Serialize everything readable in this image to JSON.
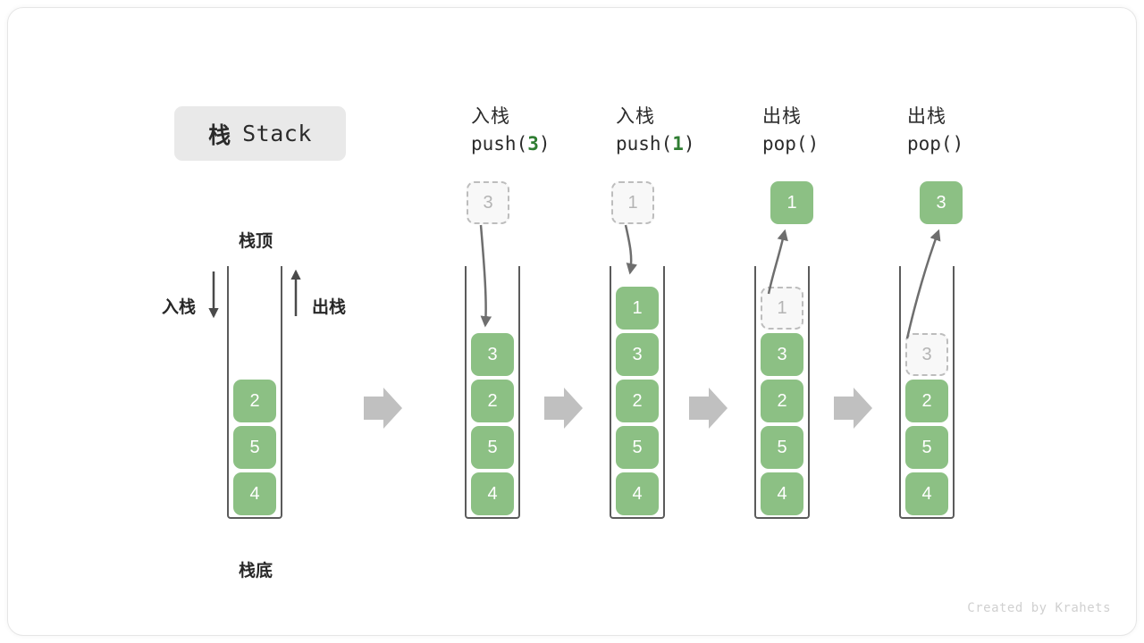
{
  "title": {
    "cjk": "栈",
    "latin": "Stack"
  },
  "labels": {
    "top": "栈顶",
    "bottom": "栈底",
    "push": "入栈",
    "pop": "出栈"
  },
  "credit": "Created by Krahets",
  "colors": {
    "box_fill": "#8cc084",
    "box_text": "#ffffff",
    "ghost_fill": "#f8f8f8",
    "ghost_border": "#bdbdbd",
    "ghost_text": "#b4b4b4",
    "accent_green": "#2f7d32",
    "arrow_gray": "#c0c0c0",
    "line_gray": "#6e6e6e",
    "badge_bg": "#e9e9e9",
    "text": "#272727"
  },
  "steps": [
    {
      "id": "initial",
      "op_label": "",
      "code_prefix": "",
      "code_arg": "",
      "code_suffix": "",
      "stack": [
        "2",
        "5",
        "4"
      ],
      "ghost_in_stack": null,
      "float_box": null,
      "float_box_style": null
    },
    {
      "id": "push-3",
      "op_label": "入栈",
      "code_prefix": "push(",
      "code_arg": "3",
      "code_suffix": ")",
      "stack": [
        "3",
        "2",
        "5",
        "4"
      ],
      "ghost_in_stack": null,
      "float_box": "3",
      "float_box_style": "ghost"
    },
    {
      "id": "push-1",
      "op_label": "入栈",
      "code_prefix": "push(",
      "code_arg": "1",
      "code_suffix": ")",
      "stack": [
        "1",
        "3",
        "2",
        "5",
        "4"
      ],
      "ghost_in_stack": null,
      "float_box": "1",
      "float_box_style": "ghost"
    },
    {
      "id": "pop-1",
      "op_label": "出栈",
      "code_prefix": "pop(",
      "code_arg": "",
      "code_suffix": ")",
      "stack": [
        "3",
        "2",
        "5",
        "4"
      ],
      "ghost_in_stack": "1",
      "float_box": "1",
      "float_box_style": "solid"
    },
    {
      "id": "pop-3",
      "op_label": "出栈",
      "code_prefix": "pop(",
      "code_arg": "",
      "code_suffix": ")",
      "stack": [
        "2",
        "5",
        "4"
      ],
      "ghost_in_stack": "3",
      "float_box": "3",
      "float_box_style": "solid"
    }
  ]
}
